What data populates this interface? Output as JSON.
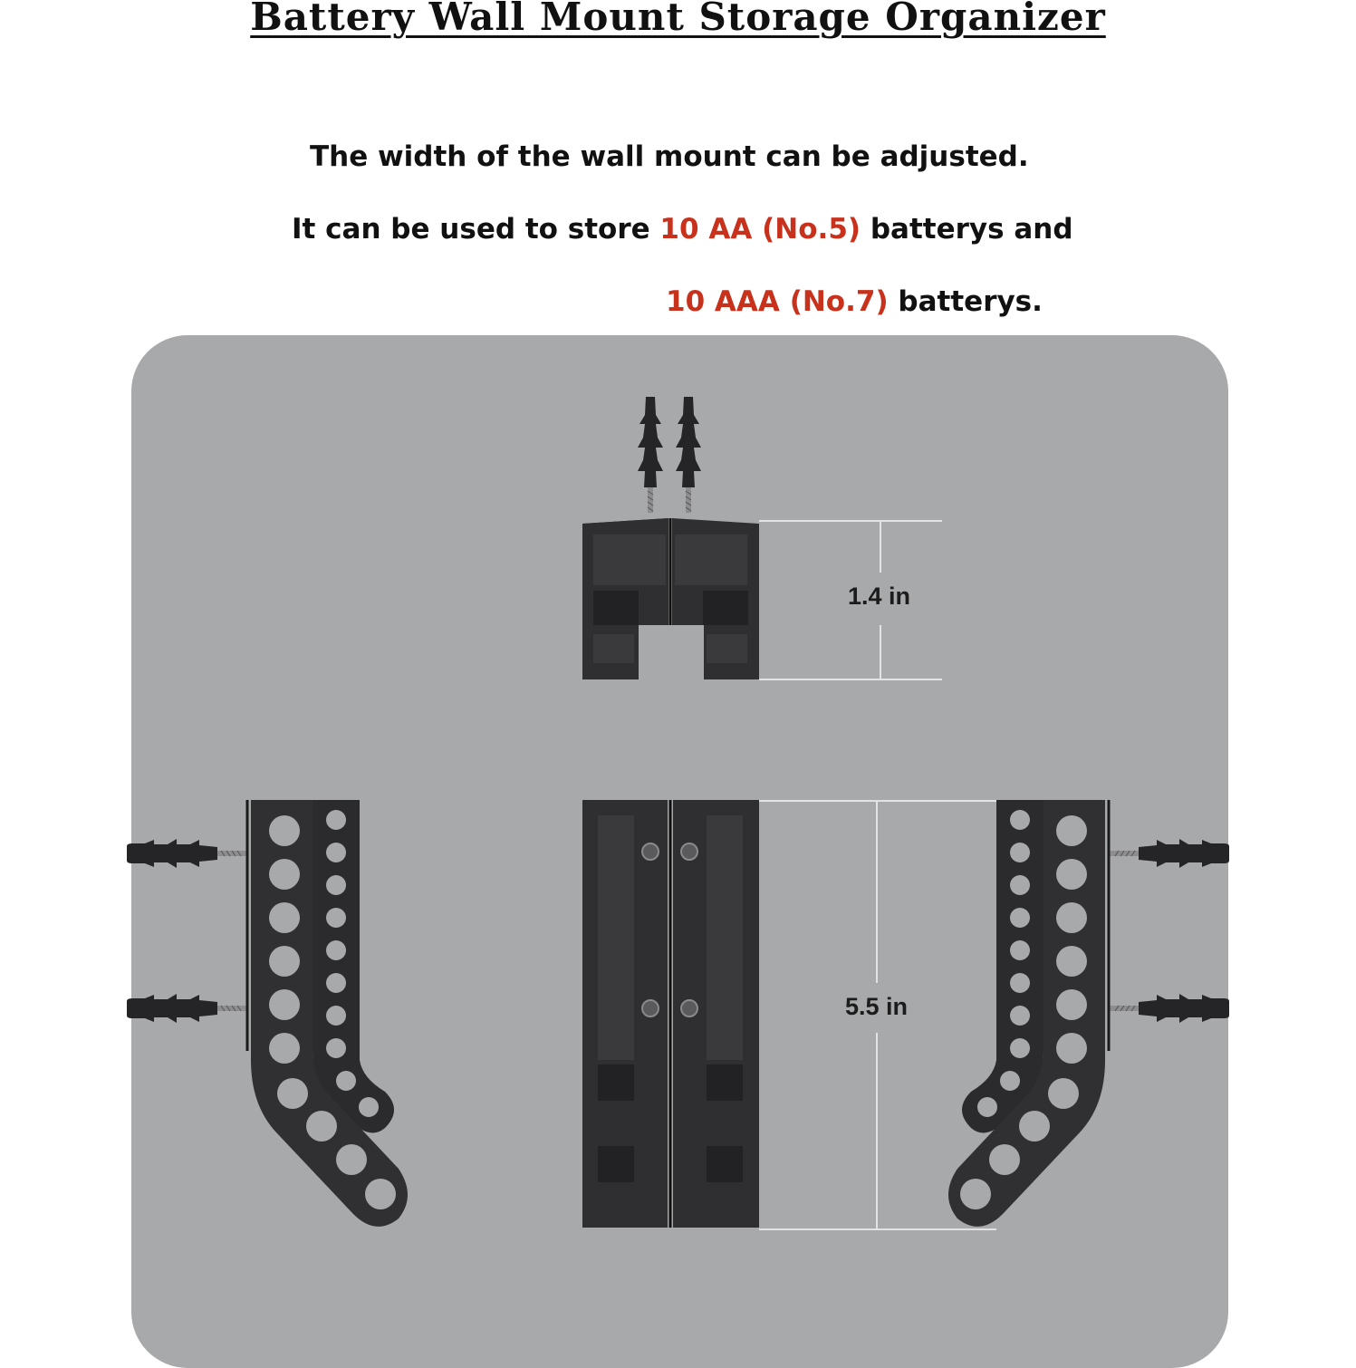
{
  "title": "Battery Wall Mount Storage Organizer",
  "description": {
    "line1": "The width of the wall mount can be adjusted.",
    "line2_prefix": "It can be used to store ",
    "line2_highlight": "10 AA (No.5)",
    "line2_suffix": " batterys and",
    "line3_highlight": "10 AAA (No.7)",
    "line3_suffix": " batterys."
  },
  "dimensions": {
    "depth": "1.4 in",
    "height": "5.5 in"
  },
  "colors": {
    "highlight": "#c8311c",
    "panel": "#a8a9ab",
    "product": "#2b2b2d"
  }
}
